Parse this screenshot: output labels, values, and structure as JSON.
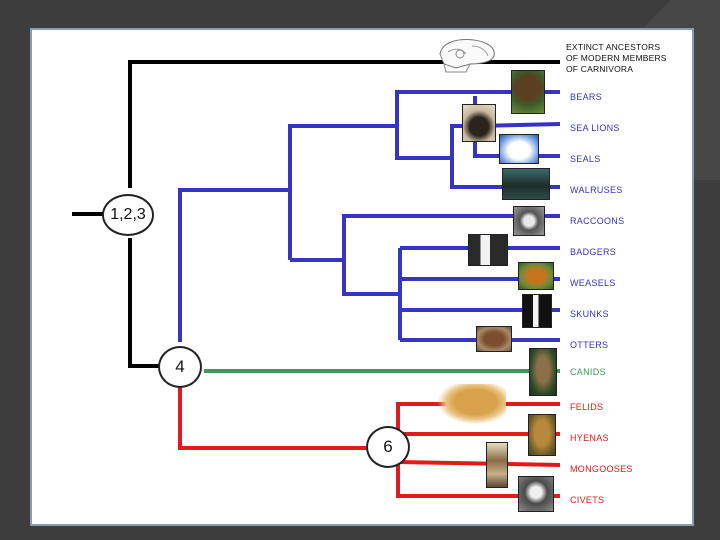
{
  "extinct_label": {
    "line1": "EXTINCT ANCESTORS",
    "line2": "OF MODERN MEMBERS",
    "line3": "OF CARNIVORA"
  },
  "nodes": {
    "root": "1,2,3",
    "split": "4",
    "feliform": "6"
  },
  "colors": {
    "caniform": "#3535c0",
    "canid": "#3a9a5a",
    "feliform": "#e01b1b",
    "stem": "#000000"
  },
  "groups": {
    "caniform": [
      {
        "label": "BEARS",
        "icon": "bear-photo"
      },
      {
        "label": "SEA LIONS",
        "icon": "sea-lion-photo"
      },
      {
        "label": "SEALS",
        "icon": "seal-photo"
      },
      {
        "label": "WALRUSES",
        "icon": "walrus-photo"
      },
      {
        "label": "RACCOONS",
        "icon": "raccoon-photo"
      },
      {
        "label": "BADGERS",
        "icon": "badger-photo"
      },
      {
        "label": "WEASELS",
        "icon": "weasel-photo"
      },
      {
        "label": "SKUNKS",
        "icon": "skunk-photo"
      },
      {
        "label": "OTTERS",
        "icon": "otter-photo"
      }
    ],
    "canid": [
      {
        "label": "CANIDS",
        "icon": "canid-photo"
      }
    ],
    "feliform": [
      {
        "label": "FELIDS",
        "icon": "lion-photo"
      },
      {
        "label": "HYENAS",
        "icon": "hyena-photo"
      },
      {
        "label": "MONGOOSES",
        "icon": "mongoose-photo"
      },
      {
        "label": "CIVETS",
        "icon": "civet-photo"
      }
    ]
  }
}
